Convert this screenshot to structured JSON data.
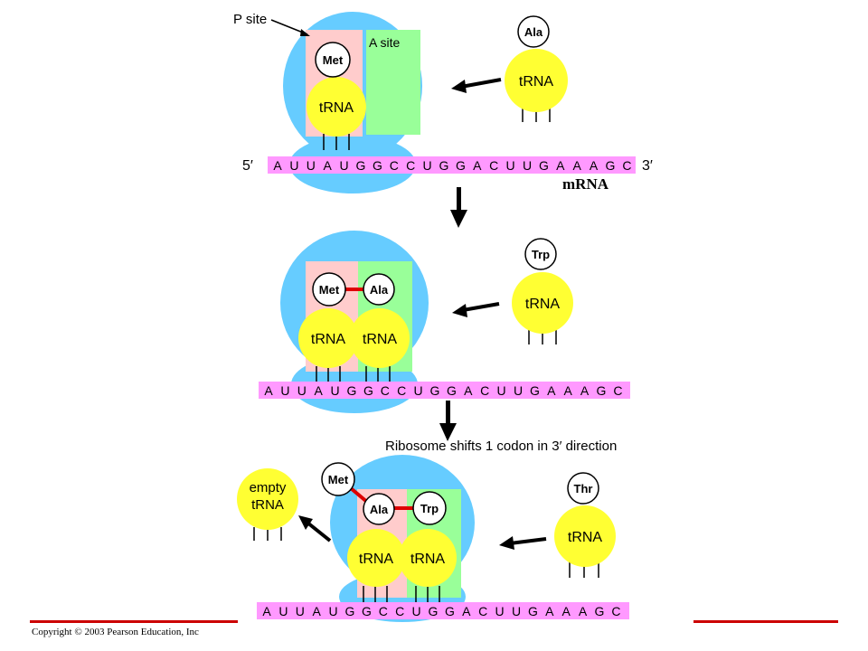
{
  "colors": {
    "ribosome": "#66ccff",
    "trna": "#ffff33",
    "p_site": "#ffcccc",
    "a_site": "#99ff99",
    "mrna": "#ff99ff",
    "peptide_bond": "#dd0000",
    "rule": "#cc0000",
    "amino_acid_circle": "#ffffff"
  },
  "labels": {
    "p_site": "P site",
    "a_site": "A site",
    "five_prime": "5′",
    "three_prime": "3′",
    "mrna": "mRNA",
    "shift_note": "Ribosome shifts 1 codon in 3′ direction",
    "trna": "tRNA",
    "empty_trna_line1": "empty",
    "empty_trna_line2": "tRNA"
  },
  "mrna_sequence": [
    "A",
    "U",
    "U",
    "A",
    "U",
    "G",
    "G",
    "C",
    "C",
    "U",
    "G",
    "G",
    "A",
    "C",
    "U",
    "U",
    "G",
    "A",
    "A",
    "A",
    "G",
    "C"
  ],
  "amino_acids": {
    "met": "Met",
    "ala": "Ala",
    "trp": "Trp",
    "thr": "Thr"
  },
  "footer": {
    "copyright": "Copyright © 2003 Pearson Education, Inc"
  }
}
